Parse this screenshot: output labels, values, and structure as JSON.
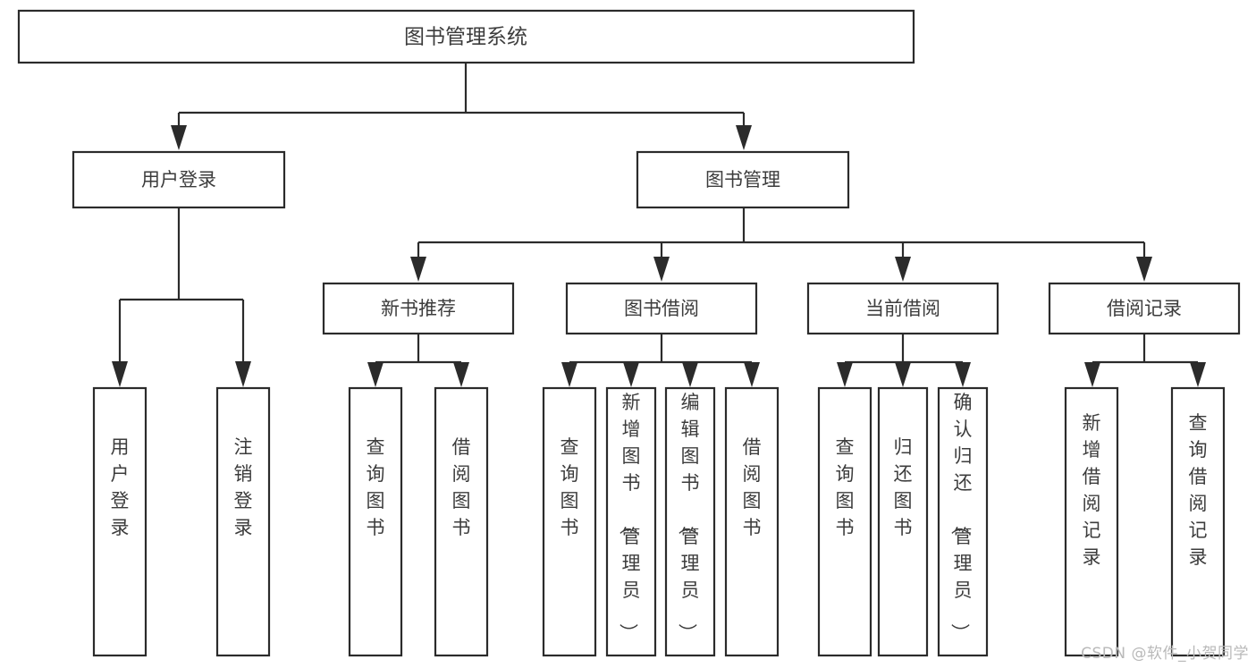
{
  "diagram": {
    "title": "图书管理系统",
    "type": "tree",
    "watermark": "CSDN @软件_小贺同学",
    "colors": {
      "stroke": "#2b2b2b",
      "fill": "#ffffff",
      "text": "#3c3c3c",
      "watermark": "#b9b9b9"
    },
    "root": {
      "id": "root",
      "label": "图书管理系统"
    },
    "level1": [
      {
        "id": "user-login",
        "label": "用户登录"
      },
      {
        "id": "book-manage",
        "label": "图书管理"
      }
    ],
    "level2": [
      {
        "id": "new-book-rec",
        "label": "新书推荐",
        "parent": "book-manage"
      },
      {
        "id": "book-borrow",
        "label": "图书借阅",
        "parent": "book-manage"
      },
      {
        "id": "current-borrow",
        "label": "当前借阅",
        "parent": "book-manage"
      },
      {
        "id": "borrow-record",
        "label": "借阅记录",
        "parent": "book-manage"
      }
    ],
    "leaves": {
      "user-login": [
        {
          "id": "leaf-user-login",
          "label": "用户登录"
        },
        {
          "id": "leaf-logout",
          "label": "注销登录"
        }
      ],
      "new-book-rec": [
        {
          "id": "leaf-query-book-1",
          "label": "查询图书"
        },
        {
          "id": "leaf-borrow-book-1",
          "label": "借阅图书"
        }
      ],
      "book-borrow": [
        {
          "id": "leaf-query-book-2",
          "label": "查询图书"
        },
        {
          "id": "leaf-add-book",
          "label": "新增图书（管理员）"
        },
        {
          "id": "leaf-edit-book",
          "label": "编辑图书（管理员）"
        },
        {
          "id": "leaf-borrow-book-2",
          "label": "借阅图书"
        }
      ],
      "current-borrow": [
        {
          "id": "leaf-query-book-3",
          "label": "查询图书"
        },
        {
          "id": "leaf-return-book",
          "label": "归还图书"
        },
        {
          "id": "leaf-confirm-return",
          "label": "确认归还（管理员）"
        }
      ],
      "borrow-record": [
        {
          "id": "leaf-add-record",
          "label": "新增借阅记录"
        },
        {
          "id": "leaf-query-record",
          "label": "查询借阅记录"
        }
      ]
    }
  }
}
